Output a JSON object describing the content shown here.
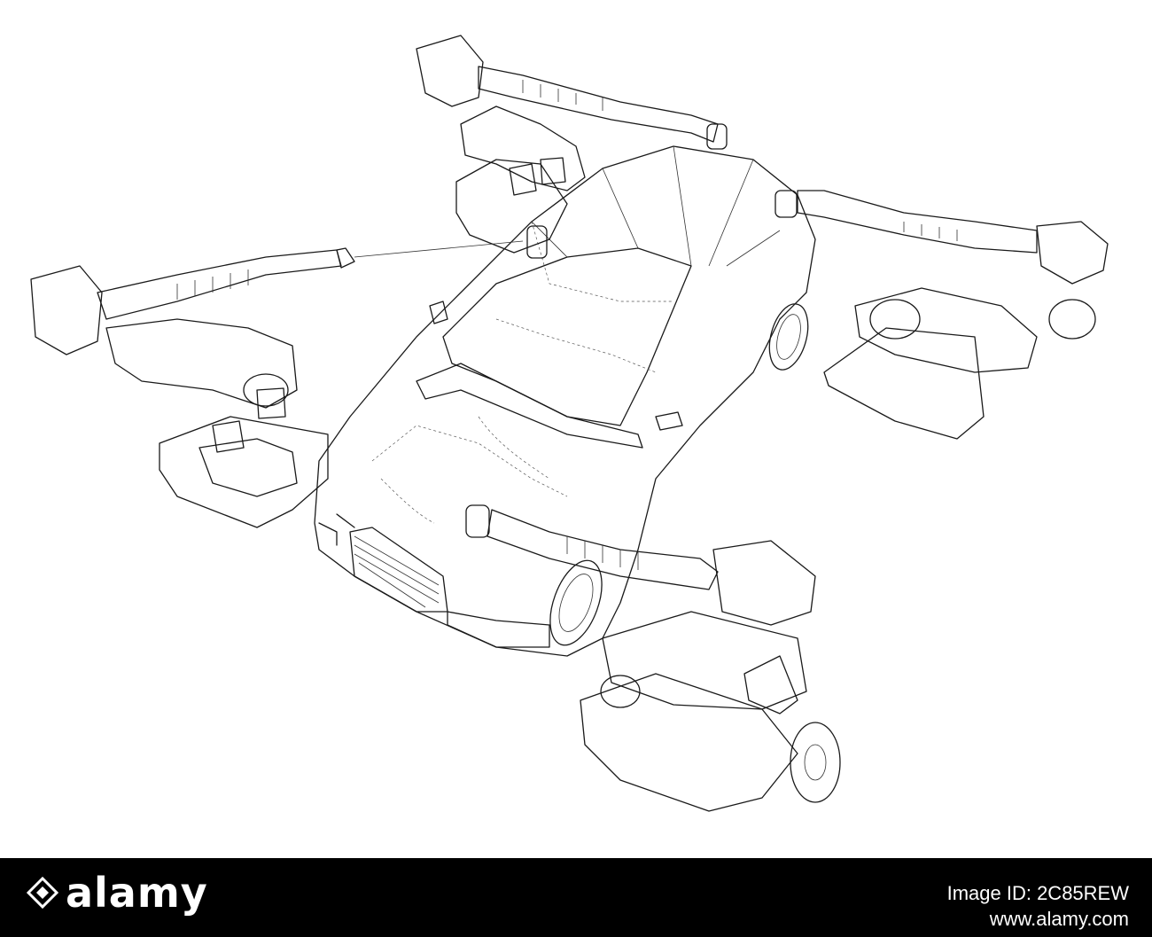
{
  "image": {
    "subject": "wireframe line drawing",
    "colors": {
      "background": "#ffffff",
      "line": "#1a1a1a",
      "footer": "#000000",
      "footer_text": "#ffffff"
    }
  },
  "footer": {
    "brand": "alamy",
    "line1": "Image ID: 2C85REW",
    "line2": "www.alamy.com"
  }
}
